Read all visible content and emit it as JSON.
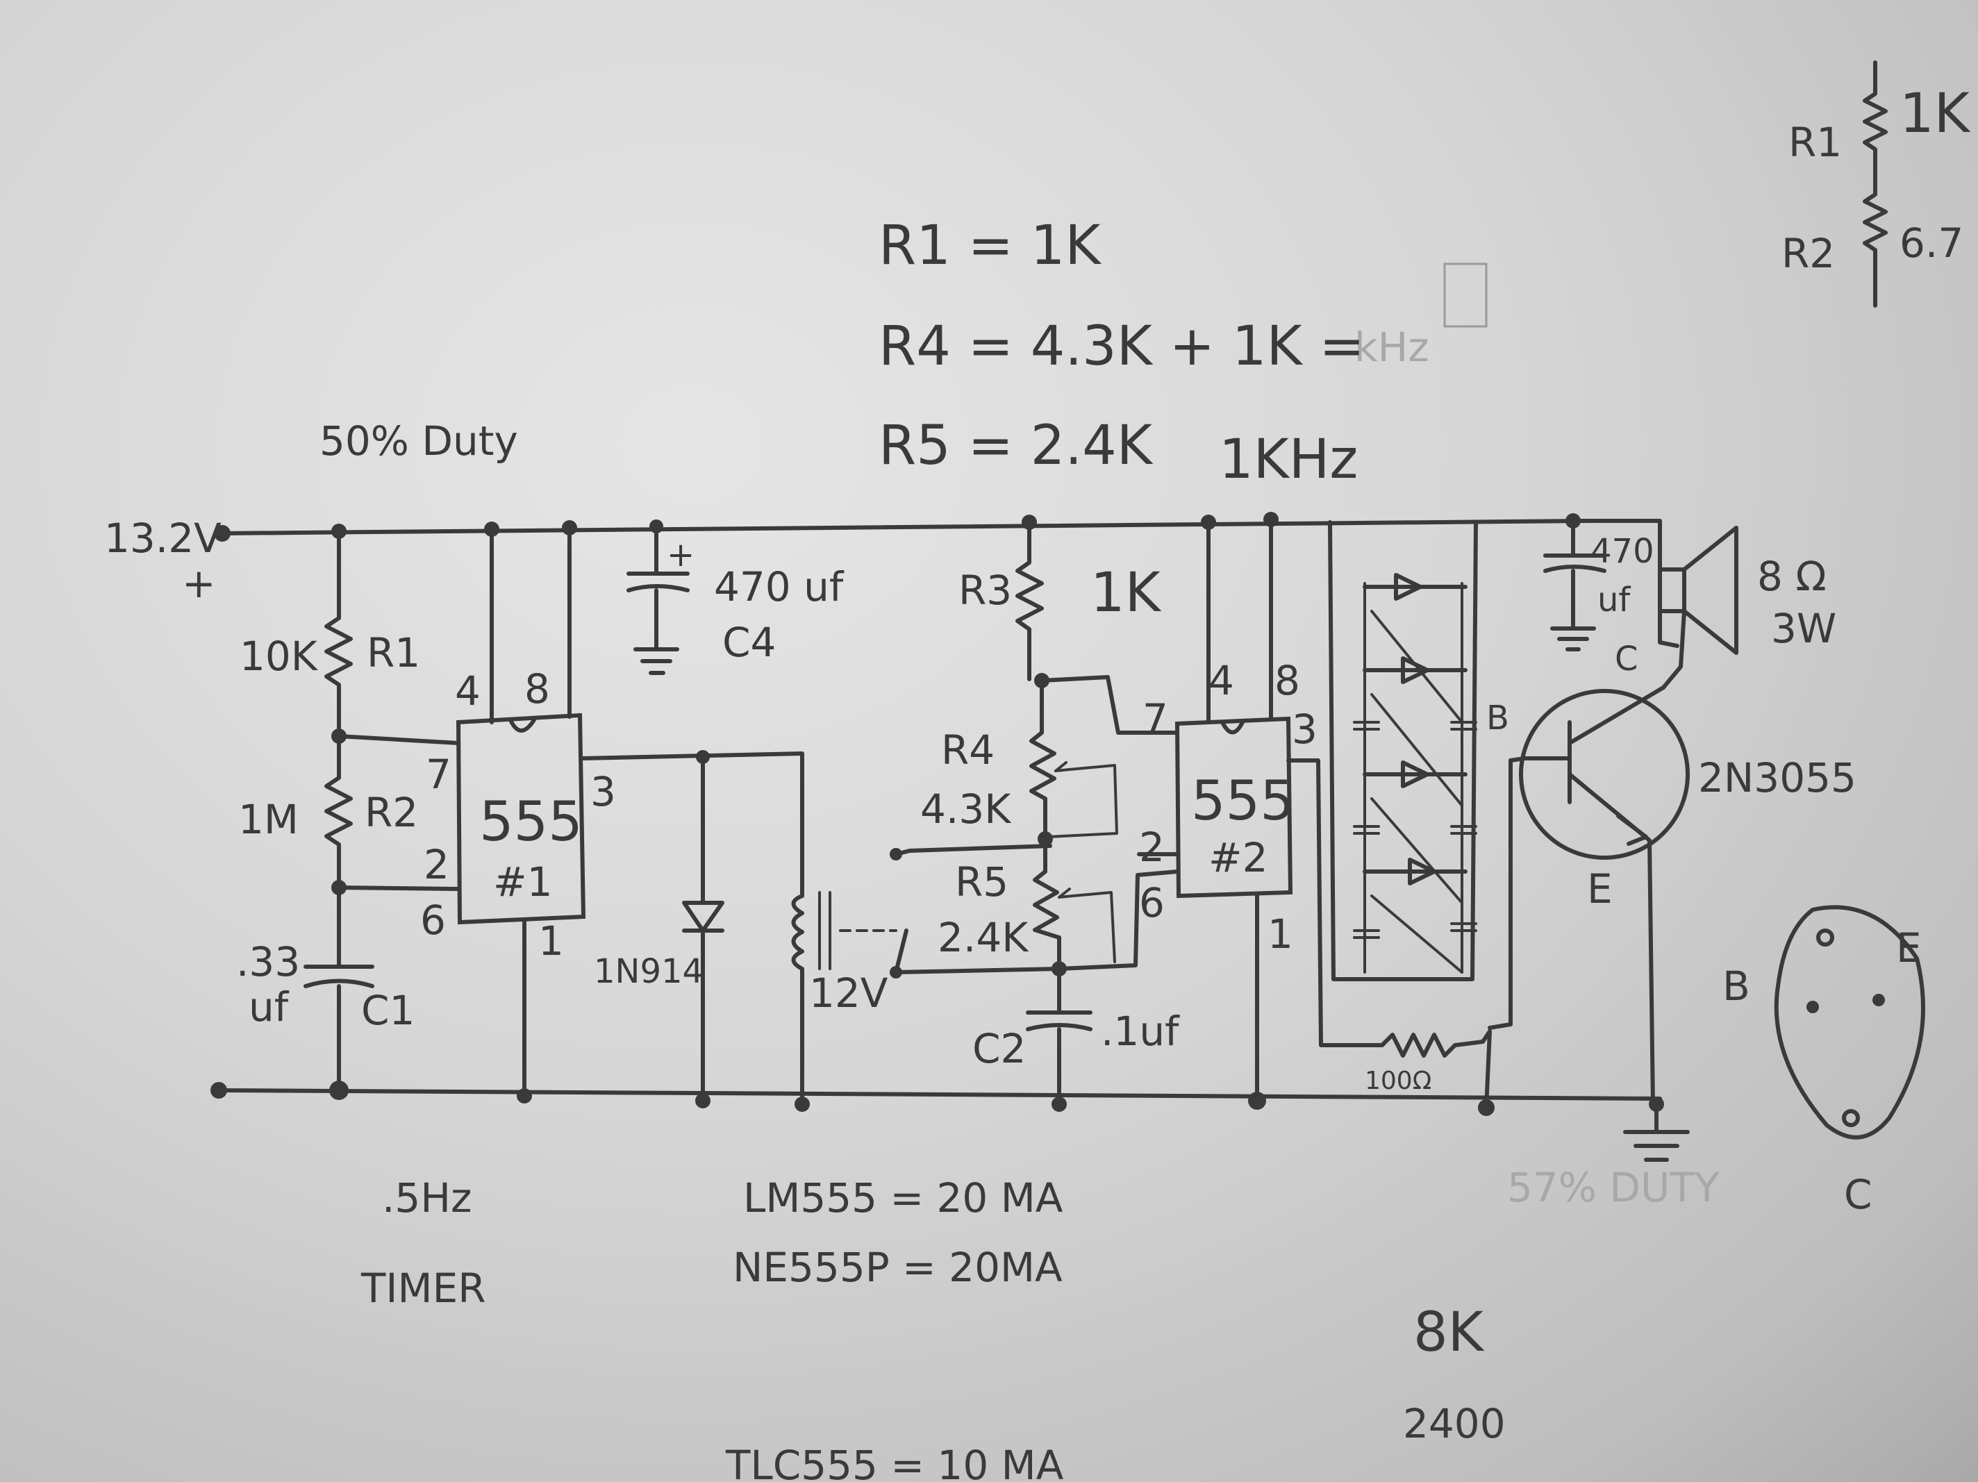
{
  "notes": {
    "r1_eq": "R1 = 1K",
    "r4_eq": "R4 = 4.3K + 1K =",
    "r5_eq": "R5 = 2.4K",
    "freq_1k": "1KHz",
    "duty": "50% Duty",
    "timer_freq": ".5Hz",
    "timer": "TIMER",
    "lm555": "LM555 = 20 MA",
    "ne555": "NE555P = 20MA",
    "tlc555": "TLC555 = 10 MA",
    "n8k": "8K",
    "n2400": "2400"
  },
  "top_right": {
    "r1": "R1",
    "r1_val": "1K",
    "r2": "R2",
    "r2_val": "6.7"
  },
  "supply": {
    "voltage": "13.2V",
    "plus": "+"
  },
  "timer1": {
    "chip": "555",
    "id": "#1",
    "pin4": "4",
    "pin8": "8",
    "pin7": "7",
    "pin2": "2",
    "pin6": "6",
    "pin3": "3",
    "pin1": "1",
    "r1_val": "10K",
    "r1": "R1",
    "r2_val": "1M",
    "r2": "R2",
    "c1_val_a": ".33",
    "c1_val_b": "uf",
    "c1": "C1"
  },
  "power_cap": {
    "value": "470 uf",
    "name": "C4",
    "plus": "+"
  },
  "relay": {
    "diode": "1N914",
    "coil": "12V"
  },
  "timer2": {
    "chip": "555",
    "id": "#2",
    "pin4": "4",
    "pin8": "8",
    "pin7": "7",
    "pin3": "3",
    "pin2": "2",
    "pin6": "6",
    "pin1": "1",
    "r3": "R3",
    "r3_val": "1K",
    "r4": "R4",
    "r4_val": "4.3K",
    "r5": "R5",
    "r5_val": "2.4K",
    "c2": "C2",
    "c2_val": ".1uf"
  },
  "output": {
    "r_base": "100Ω",
    "cap_val_a": "470",
    "cap_val_b": "uf",
    "speaker_a": "8 Ω",
    "speaker_b": "3W",
    "transistor": "2N3055",
    "collector": "C",
    "emitter": "E",
    "base_mark": "B"
  },
  "pinout": {
    "b": "B",
    "e": "E",
    "c": "C"
  }
}
